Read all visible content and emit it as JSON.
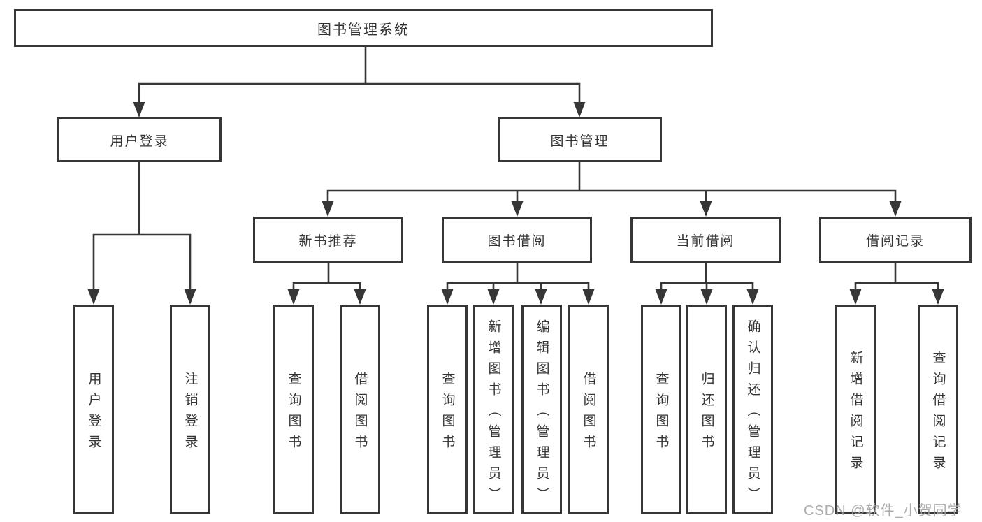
{
  "diagram": {
    "root": {
      "label": "图书管理系统",
      "children": [
        {
          "label": "用户登录",
          "children": [
            {
              "label": "用户登录"
            },
            {
              "label": "注销登录"
            }
          ]
        },
        {
          "label": "图书管理",
          "children": [
            {
              "label": "新书推荐",
              "children": [
                {
                  "label": "查询图书"
                },
                {
                  "label": "借阅图书"
                }
              ]
            },
            {
              "label": "图书借阅",
              "children": [
                {
                  "label": "查询图书"
                },
                {
                  "label": "新增图书（管理员）"
                },
                {
                  "label": "编辑图书（管理员）"
                },
                {
                  "label": "借阅图书"
                }
              ]
            },
            {
              "label": "当前借阅",
              "children": [
                {
                  "label": "查询图书"
                },
                {
                  "label": "归还图书"
                },
                {
                  "label": "确认归还（管理员）"
                }
              ]
            },
            {
              "label": "借阅记录",
              "children": [
                {
                  "label": "新增借阅记录"
                },
                {
                  "label": "查询借阅记录"
                }
              ]
            }
          ]
        }
      ]
    }
  },
  "colors": {
    "line": "#363636",
    "text": "#333333",
    "background": "#ffffff",
    "watermark": "#a8a8a8"
  },
  "watermark": {
    "text": "CSDN @软件_小贺同学"
  }
}
